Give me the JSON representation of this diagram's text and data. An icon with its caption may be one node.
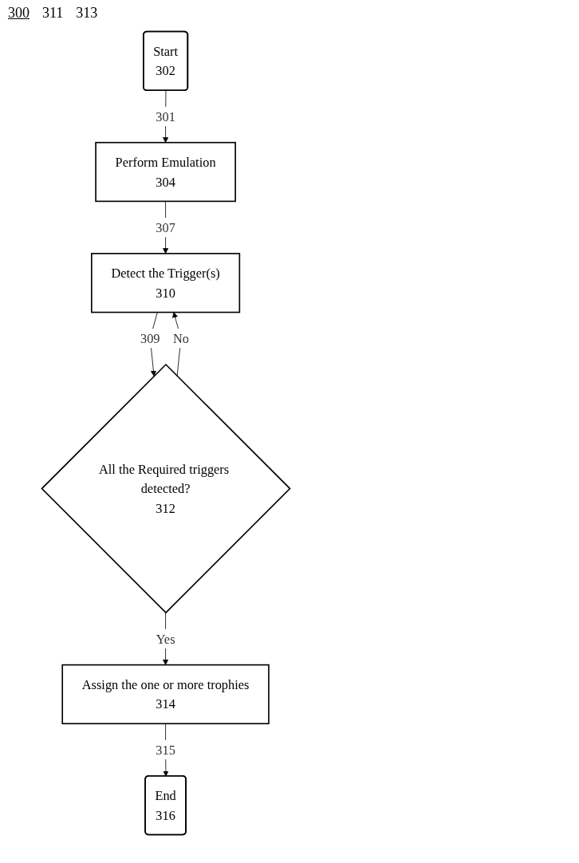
{
  "diagram": {
    "nodes": [
      {
        "text": [
          "Start",
          "302"
        ]
      },
      {
        "text": [
          "Perform Emulation",
          "304"
        ]
      },
      {
        "text": [
          "Detect the Trigger(s)",
          "310"
        ]
      },
      {
        "text": [
          "All the Required triggers detected?",
          "312"
        ]
      },
      {
        "text": [
          "Assign the one or more trophies",
          "314"
        ]
      },
      {
        "text": [
          "End",
          "316"
        ]
      }
    ],
    "edges": [
      {
        "from": 0,
        "to": 1,
        "arrow": "to",
        "label": "301"
      },
      {
        "from": 1,
        "to": 2,
        "arrow": "to",
        "label": "307"
      },
      {
        "from": 2,
        "to": 3,
        "arrow": "to",
        "label": "309"
      },
      {
        "from": 3,
        "to": 2,
        "arrow": "to",
        "label": "No"
      },
      {
        "from": 3,
        "to": 4,
        "arrow": "to",
        "label": "Yes"
      },
      {
        "from": 4,
        "to": 5,
        "arrow": "to",
        "label": "315"
      }
    ],
    "labels": [
      "300",
      "311",
      "313"
    ]
  }
}
